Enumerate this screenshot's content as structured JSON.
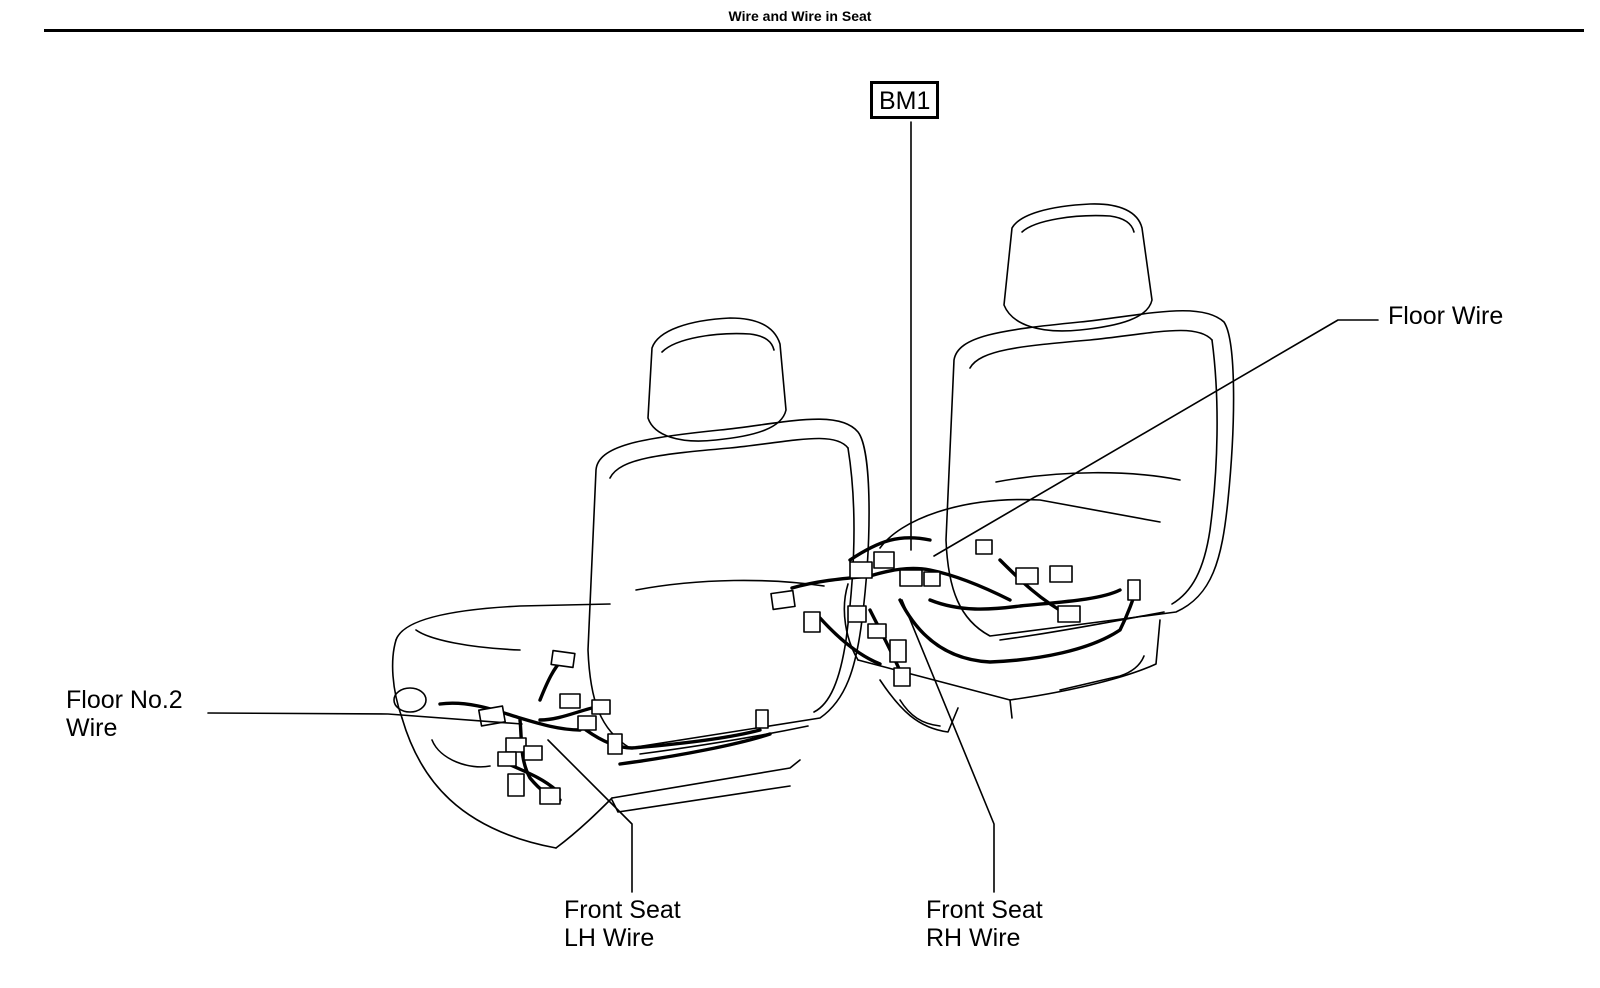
{
  "header": {
    "title": "Wire and Wire in Seat"
  },
  "connector_code": "BM1",
  "labels": {
    "floor_wire": "Floor Wire",
    "floor_no2_wire": {
      "line1": "Floor No.2",
      "line2": "Wire"
    },
    "front_seat_lh_wire": {
      "line1": "Front Seat",
      "line2": "LH Wire"
    },
    "front_seat_rh_wire": {
      "line1": "Front Seat",
      "line2": "RH Wire"
    }
  },
  "colors": {
    "ink": "#000000",
    "background": "#ffffff"
  }
}
